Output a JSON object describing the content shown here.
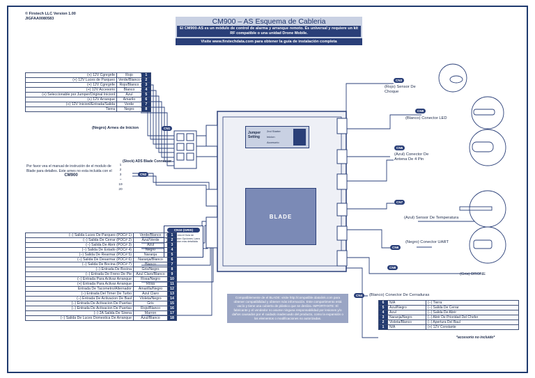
{
  "doc_info": {
    "line1": "© Firstech LLC Version 1.00",
    "line2": "JIGFAA0080583"
  },
  "header": {
    "title": "CM900 – AS Esquema de Cableria",
    "description": "El CM900-AS es un módulo de control de alarma y arranque remoto. Es universal y requiere un kit RF compatible o una unidad Drone Mobile.",
    "visit": "Visite www.firstechdata.com para obtener la guía de instalación completa"
  },
  "connectors": {
    "ch1": "CN1",
    "ch2": "CN2",
    "ch3": "CN3",
    "ch4": "CN4",
    "ch5": "CN5",
    "ch6": "CN6",
    "ch7": "CN7",
    "ch8": "CN8",
    "ch9": "CN9",
    "ch10": "CN10"
  },
  "cn1_label": "(Negro) Arnes de Inicion",
  "cn1_rows": [
    {
      "fn": "(+) 12V Cgnrgnfe",
      "color": "Rojo",
      "pin": "1"
    },
    {
      "fn": "(+) 12V Luces de Parqueo",
      "color": "Verde/Blanco",
      "pin": "2"
    },
    {
      "fn": "(+) 12V Cgnrgnfe",
      "color": "Rojo/Blanco",
      "pin": "3"
    },
    {
      "fn": "(+) 12V Accesorio",
      "color": "Blanco",
      "pin": "4"
    },
    {
      "fn": "(+) Seleccionable por Jumper/Original Inicionl",
      "color": "Azul",
      "pin": "5"
    },
    {
      "fn": "(+) 12V Arranque",
      "color": "Amarilo",
      "pin": "6"
    },
    {
      "fn": "(+) 12V Inicionl/Entrada/Salida",
      "color": "Verde",
      "pin": "7"
    },
    {
      "fn": "Tierra",
      "color": "Negro",
      "pin": "8"
    }
  ],
  "cn2_label": "(Stock) ADS Blade Connector",
  "cn2_pins": [
    "1",
    "2",
    "3",
    "~",
    "19",
    "20"
  ],
  "note_left": {
    "text": "Por favor vea el manual de instrución de el modulo de Blade para detalles. Este arnes no esta incluida con el",
    "model": "CM900"
  },
  "cn10_label": "CN10 (GRIS)",
  "cn10_small": "Por Favor vea el Guia de Programacion Opciones / para la informacion mas detallada",
  "cn10_rows": [
    {
      "fn": "(−) Salida Luces De Parqueo (POC# 1)",
      "color": "Verde/Blanco",
      "pin": "1"
    },
    {
      "fn": "(−) Salida De Cerrar (POC# 2)",
      "color": "Azul/Verde",
      "pin": "2"
    },
    {
      "fn": "(−) Salida De Abrir (POC# 3)",
      "color": "Azul",
      "pin": "3"
    },
    {
      "fn": "(−) Salida De Estado (POC# 4)",
      "color": "Negro",
      "pin": "4"
    },
    {
      "fn": "(−) Salida De Rearmar (POC# 5)",
      "color": "Naranja",
      "pin": "5"
    },
    {
      "fn": "(−) Salida De Desarmar (POC# 6)",
      "color": "Naranja/Blanco",
      "pin": "6"
    },
    {
      "fn": "(−) Salida De Bocina (POC# 7)",
      "color": "Blanco",
      "pin": "7"
    },
    {
      "fn": "(−) Entrada De Bocina",
      "color": "Gris/Negro",
      "pin": "8"
    },
    {
      "fn": "(−) Entrada De Freno De Pie",
      "color": "Azul Claro/Blanco",
      "pin": "9"
    },
    {
      "fn": "(−) Entrada Para Activar Arranque",
      "color": "Rosa/Negro",
      "pin": "10"
    },
    {
      "fn": "(+) Entrada Para Activar Arranque",
      "color": "Rosa",
      "pin": "11"
    },
    {
      "fn": "Entrada De Tacometro/Alternador",
      "color": "Amarilla/Negro",
      "pin": "12"
    },
    {
      "fn": "(−) Entrada Del Timer De Turbo",
      "color": "Azul Claro",
      "pin": "13"
    },
    {
      "fn": "(−) Entrada De Activacion De Baul",
      "color": "Violeta/Negro",
      "pin": "14"
    },
    {
      "fn": "(−) Entrada De Activacion De Puertas",
      "color": "Gris",
      "pin": "15"
    },
    {
      "fn": "(−) Entrada De Activacion De Puertas",
      "color": "Rojo/Blanco",
      "pin": "16"
    },
    {
      "fn": "(−) 2A Salida De Sirena",
      "color": "Marron",
      "pin": "17"
    },
    {
      "fn": "(−) Salida De Luces Domestica De Arranque",
      "color": "Azul/Blanco",
      "pin": "18"
    }
  ],
  "right_labels": {
    "cn3": "(Rojo) Sensor De Choque",
    "cn9": "(Blanco) Conector LED",
    "cn5": "(Azul) Conector De Antena De 4 Pin",
    "cn7": "(Azul) Sensor De Temperatura",
    "cn6": "(Negro) Conector UART",
    "cn8": "(Gris) DRONE",
    "cn4": "(Blanco) Conector De Cerraduras"
  },
  "jumper": {
    "title": "Jumper Setting",
    "opts": [
      "2nd Starter",
      "Inicion",
      "Accesorio"
    ]
  },
  "blade_text": "BLADE",
  "note_center": "Compatiblemente de el BLADE: visite http://compatible.idatalink.com para obtener compatibilidad y obtener más información. Este compartimento está vacío y tiene una cubierta de plástico que se desliza. IMPORTANTE: El fabricante y el vendedor no asume ninguna responsabilidad por lesiones y/o daños causados por el cuidado inadecuado del producto, como la expansión o los elementos o modificaciones no autorizadas.",
  "cn4_rows": [
    {
      "pin": "6",
      "color": "N/A",
      "fn": "(−) Tierra"
    },
    {
      "pin": "5",
      "color": "Azul/Negro",
      "fn": "(−) Salida De Cerrar"
    },
    {
      "pin": "4",
      "color": "Azul",
      "fn": "(−) Salida De Abrir"
    },
    {
      "pin": "3",
      "color": "Naranja/Negro",
      "fn": "(−) Abrir De Prioridad Del Chofer"
    },
    {
      "pin": "2",
      "color": "Violeta/Blanco",
      "fn": "(−) Apertura Del Baul"
    },
    {
      "pin": "1",
      "color": "N/A",
      "fn": "(+) 12V Constante"
    }
  ],
  "cn4_note": "*accesorio no incluido*",
  "colors": {
    "navy": "#223a70",
    "blade": "#7b8ab6",
    "light": "#c9d1e3"
  }
}
